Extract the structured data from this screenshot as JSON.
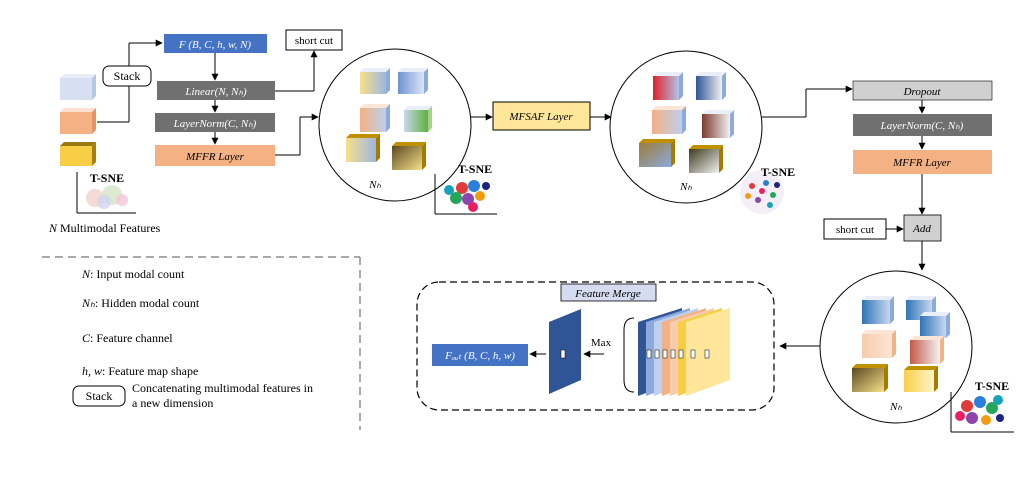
{
  "inputs": {
    "stack_label": "Stack",
    "tsne_label": "T-SNE",
    "caption_var": "N",
    "caption_rest": " Multimodal Features"
  },
  "encoder": {
    "f_box": "F (B, C, h, w, N)",
    "linear": "Linear(N, Nₕ)",
    "layernorm": "LayerNorm(C, Nₕ)",
    "mffr": "MFFR Layer",
    "shortcut": "short cut"
  },
  "circle1": {
    "nh_label": "Nₕ",
    "tsne": "T-SNE"
  },
  "mfsaf": {
    "label": "MFSAF Layer"
  },
  "circle2": {
    "nh_label": "Nₕ",
    "tsne": "T-SNE"
  },
  "decoder": {
    "dropout": "Dropout",
    "layernorm": "LayerNorm(C, Nₕ)",
    "mffr": "MFFR Layer",
    "shortcut": "short cut",
    "add": "Add"
  },
  "circle3": {
    "nh_label": "Nₕ",
    "tsne": "T-SNE"
  },
  "merge": {
    "title": "Feature Merge",
    "max_label": "Max",
    "fout": "Fₒᵤₜ (B, C, h, w)"
  },
  "legend": {
    "n_var": "N",
    "n_desc": ": Input modal count",
    "nh_var": "Nₕ",
    "nh_desc": ": Hidden modal count",
    "c_var": "C",
    "c_desc": ": Feature channel",
    "hw_var": "h, w",
    "hw_desc": ": Feature map shape",
    "stack_label": "Stack",
    "stack_desc_1": "Concatenating multimodal features in",
    "stack_desc_2": "a new dimension"
  },
  "colors": {
    "blue_box": "#4472C4",
    "gray_box": "#707070",
    "light_gray": "#D0D0D0",
    "orange_box": "#F4B183",
    "yellow_box": "#FFE699",
    "dark_blue": "#2F5597"
  }
}
